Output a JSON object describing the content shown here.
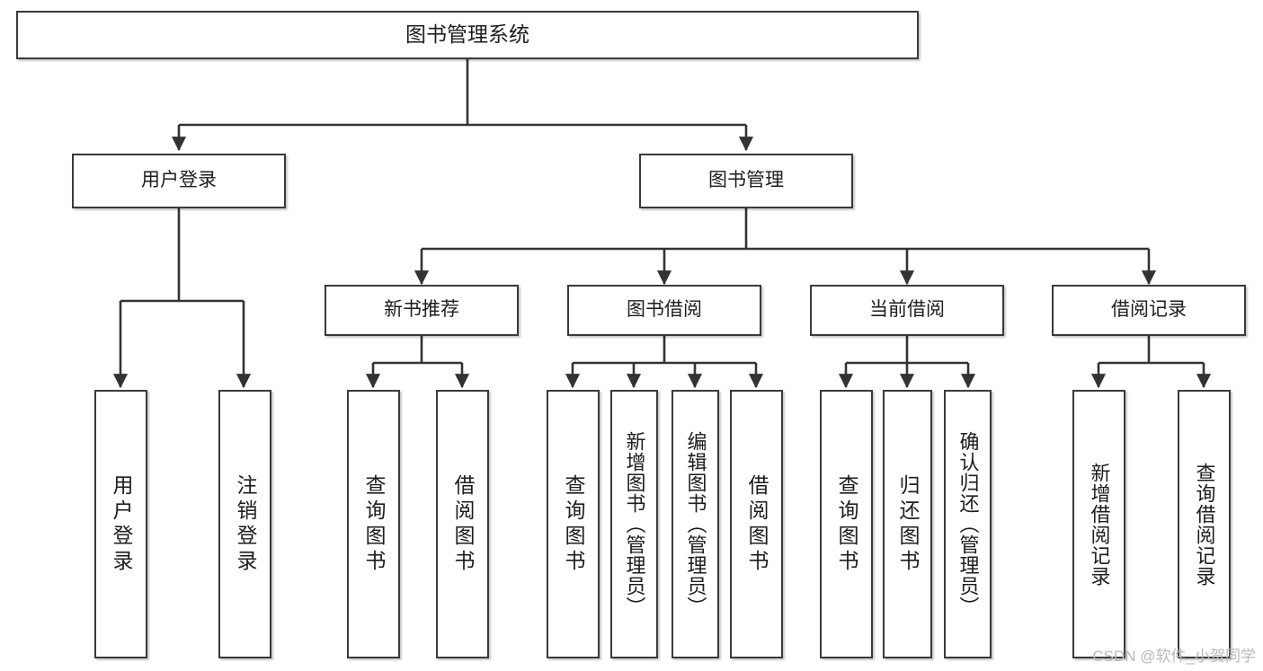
{
  "diagram": {
    "title": "图书管理系统",
    "type": "hierarchy-tree",
    "root": {
      "label": "图书管理系统"
    },
    "level2": [
      {
        "label": "用户登录"
      },
      {
        "label": "图书管理"
      }
    ],
    "level3": [
      {
        "label": "新书推荐"
      },
      {
        "label": "图书借阅"
      },
      {
        "label": "当前借阅"
      },
      {
        "label": "借阅记录"
      }
    ],
    "leaves": {
      "user_login": [
        {
          "label": "用户登录"
        },
        {
          "label": "注销登录"
        }
      ],
      "new_book_recommend": [
        {
          "label": "查询图书"
        },
        {
          "label": "借阅图书"
        }
      ],
      "book_borrow": [
        {
          "label": "查询图书"
        },
        {
          "label": "新增图书（管理员）"
        },
        {
          "label": "编辑图书（管理员）"
        },
        {
          "label": "借阅图书"
        }
      ],
      "current_borrow": [
        {
          "label": "查询图书"
        },
        {
          "label": "归还图书"
        },
        {
          "label": "确认归还（管理员）"
        }
      ],
      "borrow_records": [
        {
          "label": "新增借阅记录"
        },
        {
          "label": "查询借阅记录"
        }
      ]
    }
  },
  "watermark": {
    "text": "CSDN @软件_小贺同学"
  },
  "colors": {
    "box_border": "#3a3a3a",
    "box_fill": "#ffffff",
    "connector": "#333333",
    "text": "#1d1d1d",
    "watermark": "#b9b9b9",
    "background": "#ffffff"
  }
}
